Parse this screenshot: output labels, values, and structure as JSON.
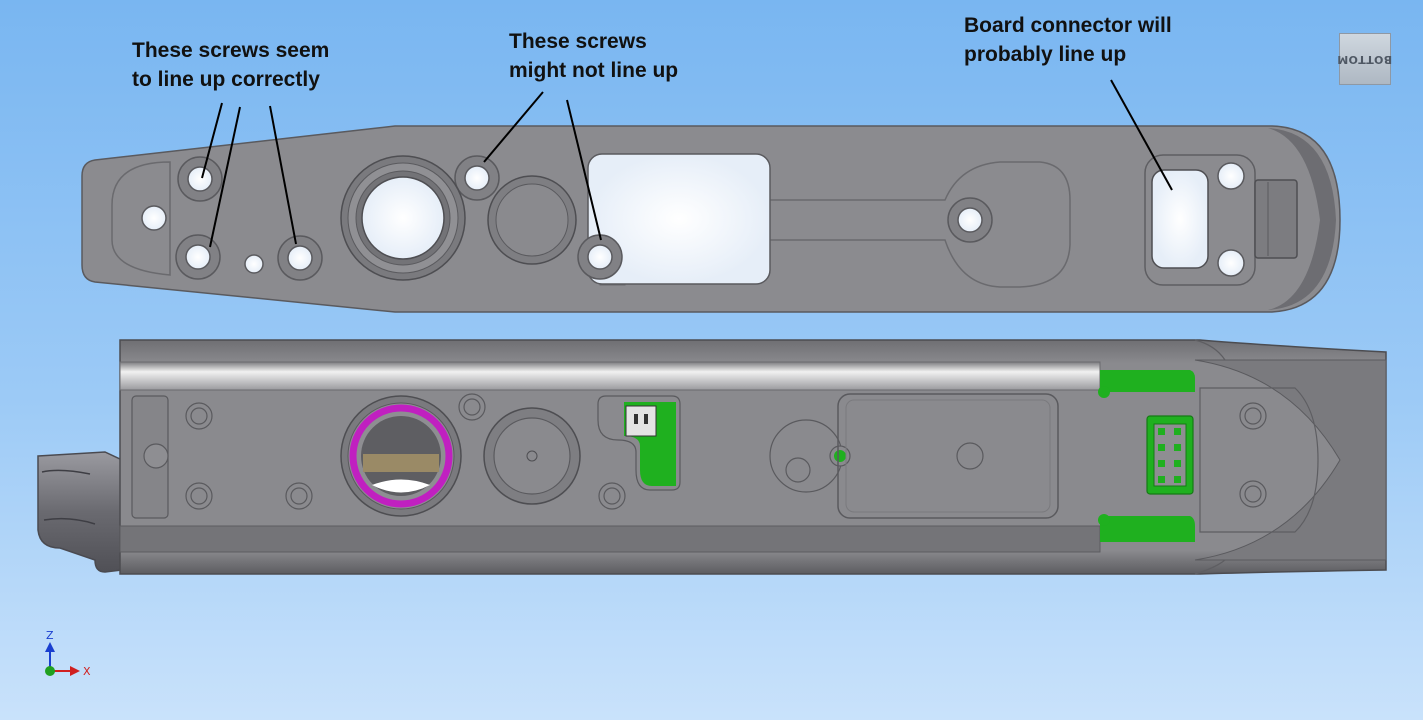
{
  "annotations": {
    "left_screws": {
      "line1": "These screws seem",
      "line2": "to line up correctly"
    },
    "middle_screws": {
      "line1": "These screws",
      "line2": "might not line up"
    },
    "connector": {
      "line1": "Board connector will",
      "line2": "probably line up"
    }
  },
  "view_cube": {
    "face_label": "BOTTOM"
  },
  "triad": {
    "z_label": "Z",
    "x_label": "X"
  },
  "colors": {
    "background_top": "#79b6f1",
    "background_bottom": "#c9e2fb",
    "part_gray": "#8a8a8e",
    "green_feature": "#1fb01f",
    "magenta_ring": "#c020c0",
    "axis_z": "#1a3fd0",
    "axis_x": "#d02020"
  },
  "icons": [
    "view-cube-icon",
    "axis-triad-icon"
  ]
}
